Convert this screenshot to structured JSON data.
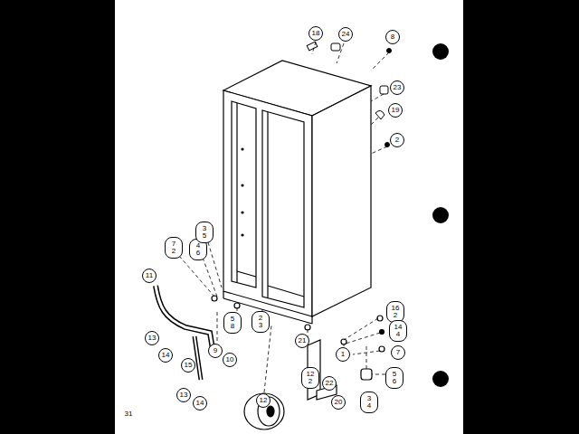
{
  "diagram": {
    "labels": [
      "18",
      "24",
      "8",
      "23",
      "19",
      "2",
      "7 2",
      "4 6",
      "3 5",
      "11",
      "16 2",
      "5 8",
      "2 3",
      "14 4",
      "13",
      "21",
      "1",
      "7",
      "14",
      "9",
      "10",
      "15",
      "12 2",
      "22",
      "5 6",
      "13",
      "14",
      "12",
      "20",
      "3 4",
      "31"
    ]
  }
}
